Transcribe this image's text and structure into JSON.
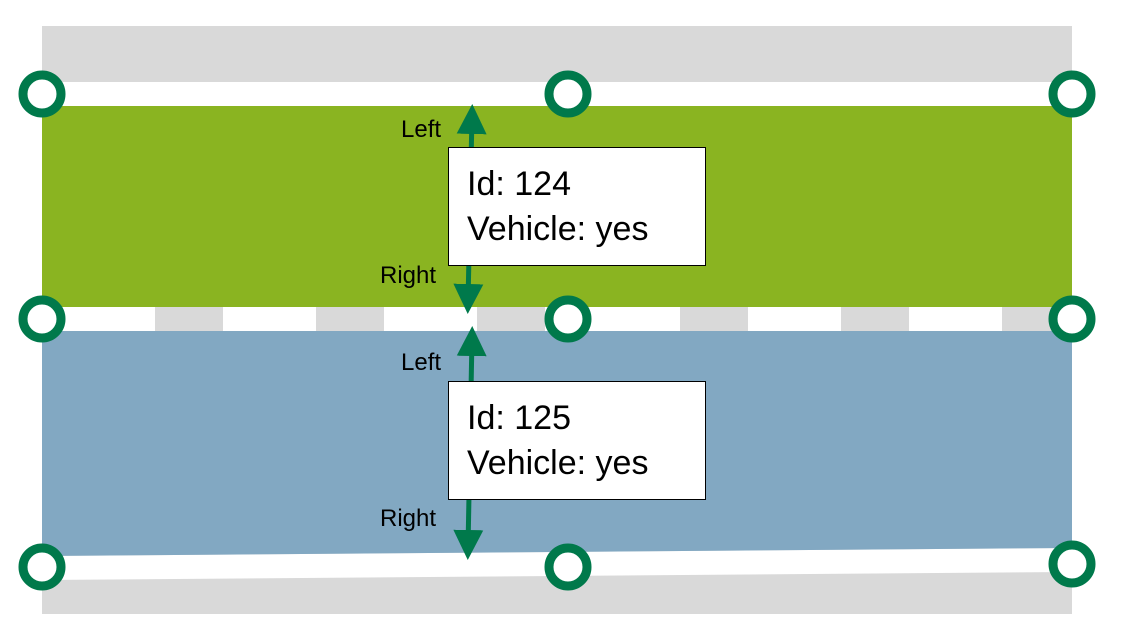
{
  "colors": {
    "background": "#ffffff",
    "road_gray": "#d9d9d9",
    "lane_top": "#8ab421",
    "lane_bottom": "#82a8c2",
    "node": "#00794b",
    "arrow": "#00794b",
    "dash": "#d9d9d9"
  },
  "lanes": [
    {
      "id_text": "Id: 124",
      "vehicle_text": "Vehicle: yes",
      "left_label": "Left",
      "right_label": "Right"
    },
    {
      "id_text": "Id: 125",
      "vehicle_text": "Vehicle: yes",
      "left_label": "Left",
      "right_label": "Right"
    }
  ],
  "icons": {
    "node": "ring-node-icon",
    "arrow": "double-arrow-icon"
  }
}
